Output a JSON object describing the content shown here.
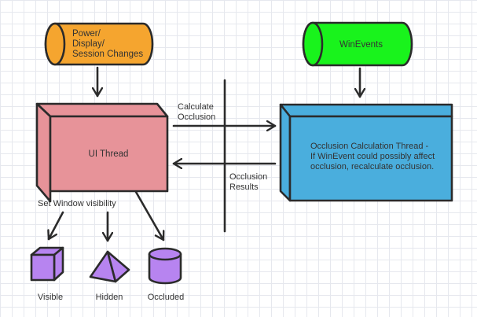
{
  "colors": {
    "orange": "#f5a52f",
    "green": "#19f31c",
    "pink": "#e79399",
    "blue": "#4aaedd",
    "purple": "#b784f0",
    "stroke": "#2b2b2b"
  },
  "nodes": {
    "power_changes": {
      "lines": [
        "Power/",
        "Display/",
        "Session Changes"
      ]
    },
    "winevents": {
      "lines": [
        "WinEvents"
      ]
    },
    "ui_thread": {
      "lines": [
        "UI Thread"
      ]
    },
    "occlusion_thread": {
      "lines": [
        "Occlusion Calculation Thread -",
        "If WinEvent could possibly affect",
        "occlusion, recalculate occlusion."
      ]
    }
  },
  "edges": {
    "calculate_occlusion": {
      "lines": [
        "Calculate",
        "Occlusion"
      ]
    },
    "occlusion_results": {
      "lines": [
        "Occlusion",
        "Results"
      ]
    },
    "set_window_visibility": {
      "lines": [
        "Set Window visibility"
      ]
    }
  },
  "states": {
    "visible": {
      "label": "Visible",
      "icon": "cube-icon"
    },
    "hidden": {
      "label": "Hidden",
      "icon": "pyramid-icon"
    },
    "occluded": {
      "label": "Occluded",
      "icon": "cylinder-icon"
    }
  }
}
